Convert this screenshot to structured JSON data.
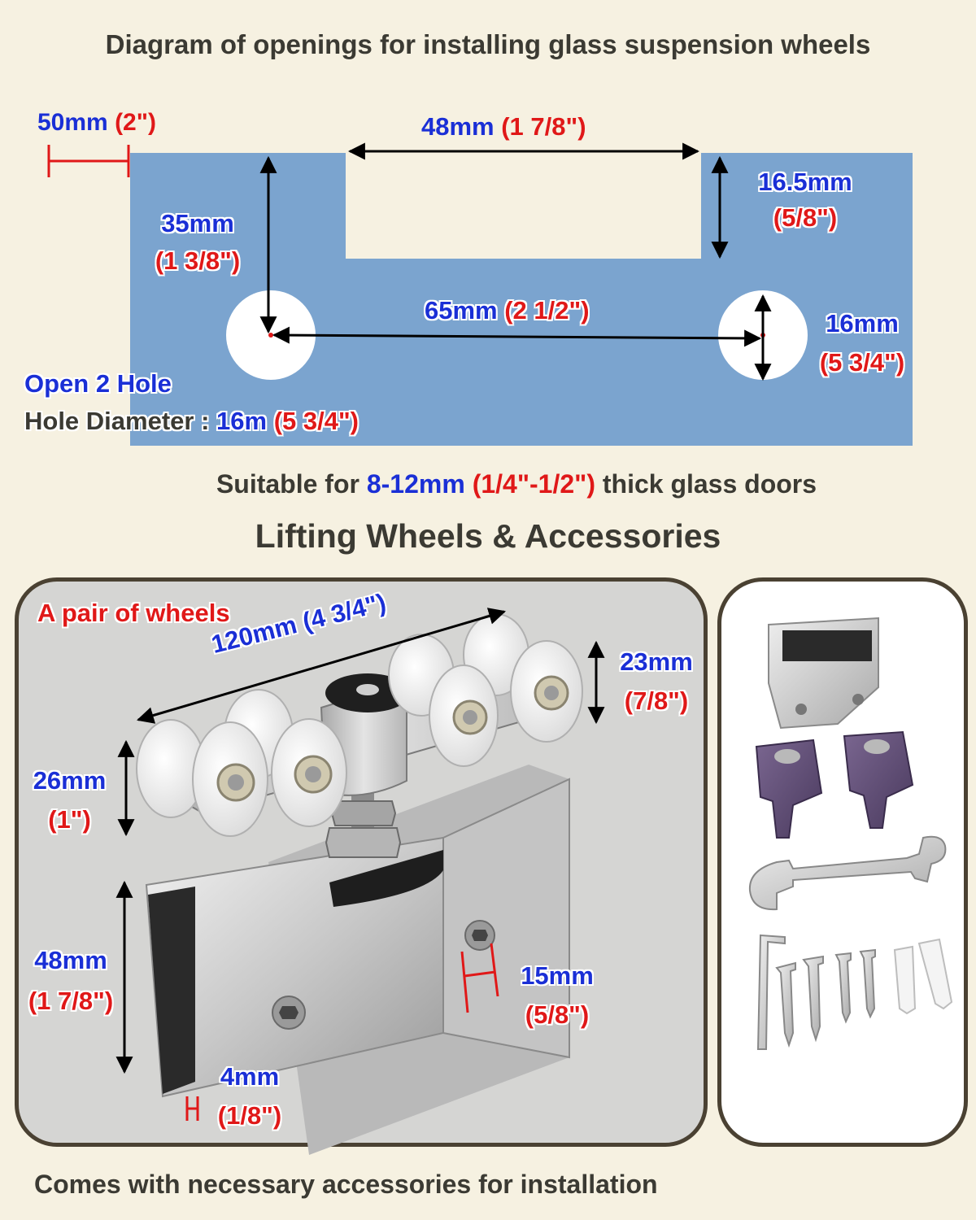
{
  "header": {
    "title": "Diagram of openings for installing glass suspension wheels"
  },
  "opening_diagram": {
    "dim_offset": {
      "mm": "50mm",
      "inch": "(2\")"
    },
    "dim_slot_width": {
      "mm": "48mm",
      "inch": "(1 7/8\")"
    },
    "dim_slot_depth": {
      "mm": "16.5mm",
      "inch": "(5/8\")"
    },
    "dim_hole_height": {
      "mm": "35mm",
      "inch": "(1 3/8\")"
    },
    "dim_hole_spacing": {
      "mm": "65mm",
      "inch": "(2 1/2\")"
    },
    "dim_hole_dia": {
      "mm": "16mm",
      "inch": "(5 3/4\")"
    },
    "open_holes": "Open 2 Hole",
    "hole_diameter_label": "Hole Diameter : ",
    "hole_diameter_mm": "16m",
    "hole_diameter_inch": "(5 3/4\")",
    "colors": {
      "plate": "#7ba4cf",
      "hole": "#ffffff",
      "arrow": "#000000"
    }
  },
  "suitable": {
    "prefix": "Suitable for ",
    "mm": "8-12mm",
    "inch": "(1/4\"-1/2\")",
    "suffix": " thick glass doors"
  },
  "section_title": "Lifting Wheels & Accessories",
  "wheel_panel": {
    "pair_label": "A pair of wheels",
    "dim_length": "120mm (4 3/4\")",
    "dim_wheel_top": {
      "mm": "23mm",
      "inch": "(7/8\")"
    },
    "dim_wheel_side": {
      "mm": "26mm",
      "inch": "(1\")"
    },
    "dim_clamp_height": {
      "mm": "48mm",
      "inch": "(1 7/8\")"
    },
    "dim_screw": {
      "mm": "15mm",
      "inch": "(5/8\")"
    },
    "dim_gap": {
      "mm": "4mm",
      "inch": "(1/8\")"
    }
  },
  "footer": {
    "text": "Comes with necessary accessories for installation"
  }
}
